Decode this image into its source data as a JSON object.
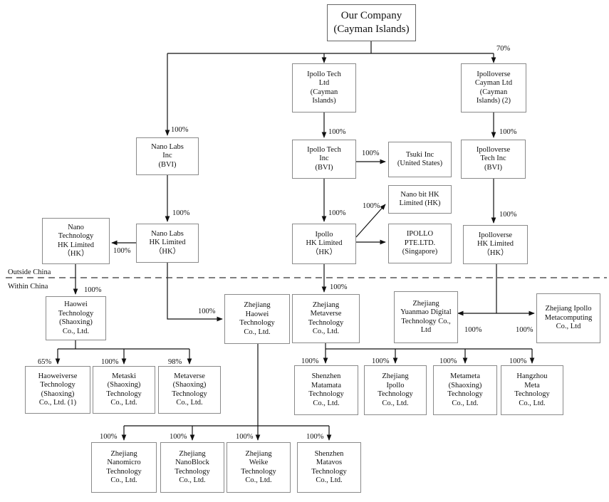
{
  "entities": {
    "parent": "Our Company\n(Cayman Islands)",
    "ipollo_tech_cayman": "Ipollo Tech\nLtd\n(Cayman\nIslands)",
    "ipolloverse_cayman": "Ipolloverse\nCayman Ltd\n(Cayman\nIslands) (2)",
    "nano_labs_bvi": "Nano Labs\nInc\n(BVI)",
    "ipollo_tech_bvi": "Ipollo Tech\nInc\n(BVI)",
    "tsuki": "Tsuki Inc\n(United States)",
    "ipolloverse_bvi": "Ipolloverse\nTech Inc\n(BVI)",
    "nanobit_hk": "Nano bit HK\nLimited (HK)",
    "nano_tech_hk": "Nano\nTechnology\nHK Limited\n（HK）",
    "nano_labs_hk": "Nano Labs\nHK Limited\n（HK）",
    "ipollo_hk": "Ipollo\nHK Limited\n（HK）",
    "ipollo_sg": "IPOLLO\nPTE.LTD.\n(Singapore)",
    "ipolloverse_hk": "Ipolloverse\nHK Limited\n（HK）",
    "haowei_shaoxing": "Haowei\nTechnology\n(Shaoxing)\nCo., Ltd.",
    "zhejiang_haowei": "Zhejiang\nHaowei\nTechnology\nCo., Ltd.",
    "zhejiang_metaverse": "Zhejiang\nMetaverse\nTechnology\nCo., Ltd.",
    "yuanmao": "Zhejiang\nYuanmao Digital\nTechnology Co.,\nLtd",
    "ipollo_metacomputing": "Zhejiang Ipollo\nMetacomputing\nCo., Ltd",
    "haoweiverse": "Haoweiverse\nTechnology\n(Shaoxing)\nCo., Ltd. (1)",
    "metaski": "Metaski\n(Shaoxing)\nTechnology\nCo., Ltd.",
    "metaverse_shaoxing": "Metaverse\n(Shaoxing)\nTechnology\nCo., Ltd.",
    "shenzhen_matamata": "Shenzhen\nMatamata\nTechnology\nCo., Ltd.",
    "zhejiang_ipollo": "Zhejiang\nIpollo\nTechnology\nCo., Ltd.",
    "metameta": "Metameta\n(Shaoxing)\nTechnology\nCo., Ltd.",
    "hangzhou_meta": "Hangzhou\nMeta\nTechnology\nCo., Ltd.",
    "nanomicro": "Zhejiang\nNanomicro\nTechnology\nCo., Ltd.",
    "nanoblock": "Zhejiang\nNanoBlock\nTechnology\nCo., Ltd.",
    "weike": "Zhejiang\nWeike\nTechnology\nCo., Ltd.",
    "matavos": "Shenzhen\nMatavos\nTechnology\nCo., Ltd."
  },
  "ownership": {
    "ipolloverse_cayman": "70%",
    "nano_labs_bvi": "100%",
    "ipollo_tech_bvi": "100%",
    "ipolloverse_bvi": "100%",
    "tsuki": "100%",
    "nano_labs_hk": "100%",
    "ipollo_hk": "100%",
    "nanobit_hk": "100%",
    "ipolloverse_hk": "100%",
    "nano_tech_hk": "100%",
    "haowei_shaoxing": "100%",
    "zhejiang_haowei": "100%",
    "zhejiang_metaverse": "100%",
    "yuanmao": "100%",
    "ipollo_metacomputing": "100%",
    "haoweiverse": "65%",
    "metaski": "100%",
    "metaverse_shaoxing": "98%",
    "shenzhen_matamata": "100%",
    "zhejiang_ipollo": "100%",
    "metameta": "100%",
    "hangzhou_meta": "100%",
    "nanomicro": "100%",
    "nanoblock": "100%",
    "weike": "100%",
    "matavos": "100%"
  },
  "regions": {
    "outside": "Outside China",
    "within": "Within China"
  }
}
